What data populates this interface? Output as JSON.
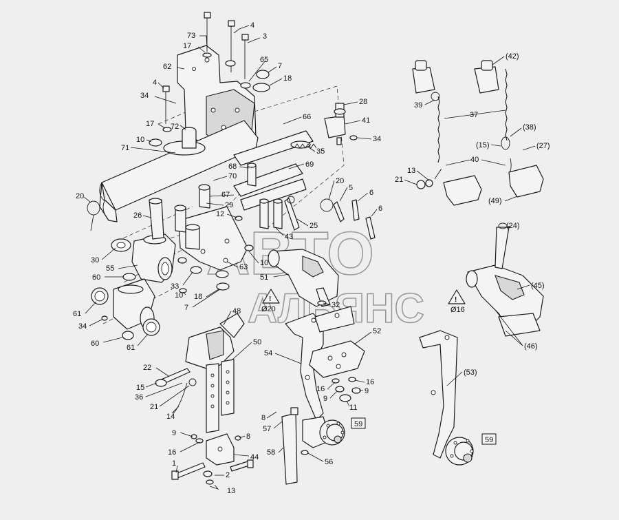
{
  "watermark": {
    "line1": "АВТО",
    "line2": "АЛЬЯНС"
  },
  "warnings": [
    {
      "symbol": "!",
      "text": "Ø20"
    },
    {
      "symbol": "!",
      "text": "Ø16"
    }
  ],
  "boxed_labels": [
    "59",
    "59"
  ],
  "labels": {
    "l1": "73",
    "l2": "4",
    "l3": "3",
    "l4": "17",
    "l5": "65",
    "l6": "7",
    "l7": "62",
    "l8": "18",
    "l9": "4",
    "l10": "34",
    "l11": "17",
    "l12": "72",
    "l13": "10",
    "l14": "71",
    "l15": "28",
    "l16": "66",
    "l17": "41",
    "l18": "34",
    "l19": "35",
    "l20": "69",
    "l21": "68",
    "l22": "70",
    "l23": "20",
    "l24": "67",
    "l25": "29",
    "l26": "26",
    "l27": "12",
    "l28": "20",
    "l29": "5",
    "l30": "6",
    "l31": "6",
    "l32": "25",
    "l33": "43",
    "l34": "30",
    "l35": "55",
    "l36": "63",
    "l37": "10",
    "l38": "51",
    "l39": "60",
    "l40": "33",
    "l41": "10",
    "l42": "18",
    "l43": "7",
    "l44": "32",
    "l45": "61",
    "l46": "34",
    "l47": "60",
    "l48": "61",
    "l49": "48",
    "l50": "50",
    "l51": "52",
    "l52": "54",
    "l53": "22",
    "l54": "15",
    "l55": "36",
    "l56": "21",
    "l57": "14",
    "l58": "16",
    "l59": "16",
    "l60": "9",
    "l61": "9",
    "l62": "11",
    "l63": "8",
    "l64": "57",
    "l65": "9",
    "l66": "8",
    "l67": "16",
    "l68": "44",
    "l69": "58",
    "l70": "56",
    "l71": "1",
    "l72": "2",
    "l73": "13",
    "l74": "(42)",
    "l75": "39",
    "l76": "37",
    "l77": "(38)",
    "l78": "(15)",
    "l79": "(27)",
    "l80": "13",
    "l81": "40",
    "l82": "21",
    "l83": "(49)",
    "l84": "(24)",
    "l85": "(45)",
    "l86": "(46)",
    "l87": "(53)"
  }
}
